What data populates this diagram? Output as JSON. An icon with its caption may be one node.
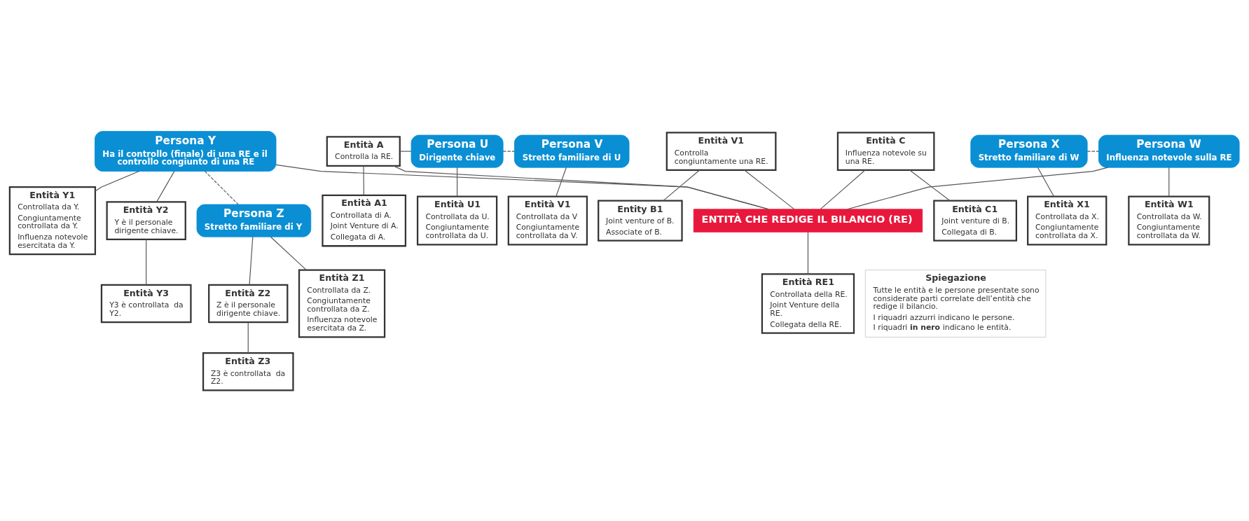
{
  "diagram": {
    "nodes": [
      {
        "text": [
          "Persona Y",
          "Ha il controllo (finale) di una RE e il controllo congiunto di una RE"
        ]
      },
      {
        "text": [
          "Entità Y1",
          "Controllata da Y.",
          "Congiuntamente controllata da Y.",
          "Influenza notevole esercitata da Y."
        ]
      },
      {
        "text": [
          "Entità Y2",
          "Y è il personale dirigente chiave."
        ]
      },
      {
        "text": [
          "Entità Y3",
          "Y3 è controllata  da Y2."
        ]
      },
      {
        "text": [
          "Persona Z",
          "Stretto familiare di Y"
        ]
      },
      {
        "text": [
          "Entità Z1",
          "Controllata da Z.",
          "Congiuntamente controllata da Z.",
          "Influenza notevole esercitata da Z."
        ]
      },
      {
        "text": [
          "Entità Z2",
          "Z è il personale dirigente chiave."
        ]
      },
      {
        "text": [
          "Entità Z3",
          "Z3 è controllata  da Z2."
        ]
      },
      {
        "text": [
          "Entità A",
          "Controlla la RE."
        ]
      },
      {
        "text": [
          "Persona U",
          "Dirigente chiave"
        ]
      },
      {
        "text": [
          "Persona V",
          "Stretto familiare di U"
        ]
      },
      {
        "text": [
          "Entità A1",
          "Controllata di A.",
          "Joint Venture di A.",
          "Collegata di A."
        ]
      },
      {
        "text": [
          "Entità U1",
          "Controllata da U.",
          "Congiuntamente controllata da U."
        ]
      },
      {
        "text": [
          "Entità V1",
          "Controllata da V",
          "Congiuntamente controllata da V."
        ]
      },
      {
        "text": [
          "Entità V1",
          "Controlla congiuntamente una RE."
        ]
      },
      {
        "text": [
          "Entità C",
          "Influenza notevole su una RE."
        ]
      },
      {
        "text": [
          "Entity B1",
          "Joint venture of B.",
          "Associate of B."
        ]
      },
      {
        "text": [
          "Entità C1",
          "Joint venture di B.",
          "Collegata di B."
        ]
      },
      {
        "text": [
          "Persona X",
          "Stretto familiare di W"
        ]
      },
      {
        "text": [
          "Persona W",
          "Influenza notevole sulla RE"
        ]
      },
      {
        "text": [
          "ENTITÀ CHE REDIGE IL BILANCIO (RE)"
        ]
      },
      {
        "text": [
          "Entità RE1",
          "Controllata della RE.",
          "Joint Venture della RE.",
          "Collegata della RE."
        ]
      },
      {
        "text": [
          "Entità X1",
          "Controllata da X.",
          "Congiuntamente controllata da X."
        ]
      },
      {
        "text": [
          "Entità W1",
          "Controllata da W.",
          "Congiuntamente controllata da W."
        ]
      },
      {
        "text": [
          "Spiegazione",
          "Tutte le entità e le persone presentate sono considerate parti correlate dell’entità che redige il bilancio.",
          "I riquadri azzurri indicano le persone.",
          "I riquadri **in nero** indicano le entità."
        ]
      }
    ],
    "edges": [
      {
        "from": 0,
        "to": 1,
        "arrow": "none"
      },
      {
        "from": 0,
        "to": 2,
        "arrow": "none"
      },
      {
        "from": 2,
        "to": 3,
        "arrow": "none"
      },
      {
        "from": 0,
        "to": 4,
        "arrow": "none",
        "style": "dashed"
      },
      {
        "from": 4,
        "to": 5,
        "arrow": "none"
      },
      {
        "from": 4,
        "to": 6,
        "arrow": "none"
      },
      {
        "from": 6,
        "to": 7,
        "arrow": "none"
      },
      {
        "from": 0,
        "to": 20,
        "arrow": "none"
      },
      {
        "from": 8,
        "to": 20,
        "arrow": "none"
      },
      {
        "from": 8,
        "to": 9,
        "arrow": "none"
      },
      {
        "from": 9,
        "to": 10,
        "arrow": "none",
        "style": "dashed"
      },
      {
        "from": 8,
        "to": 11,
        "arrow": "none"
      },
      {
        "from": 9,
        "to": 12,
        "arrow": "none"
      },
      {
        "from": 10,
        "to": 13,
        "arrow": "none"
      },
      {
        "from": 14,
        "to": 20,
        "arrow": "none"
      },
      {
        "from": 14,
        "to": 16,
        "arrow": "none"
      },
      {
        "from": 15,
        "to": 20,
        "arrow": "none"
      },
      {
        "from": 15,
        "to": 17,
        "arrow": "none"
      },
      {
        "from": 18,
        "to": 19,
        "arrow": "none",
        "style": "dashed"
      },
      {
        "from": 19,
        "to": 20,
        "arrow": "none"
      },
      {
        "from": 18,
        "to": 22,
        "arrow": "none"
      },
      {
        "from": 19,
        "to": 23,
        "arrow": "none"
      },
      {
        "from": 20,
        "to": 21,
        "arrow": "none"
      }
    ]
  }
}
